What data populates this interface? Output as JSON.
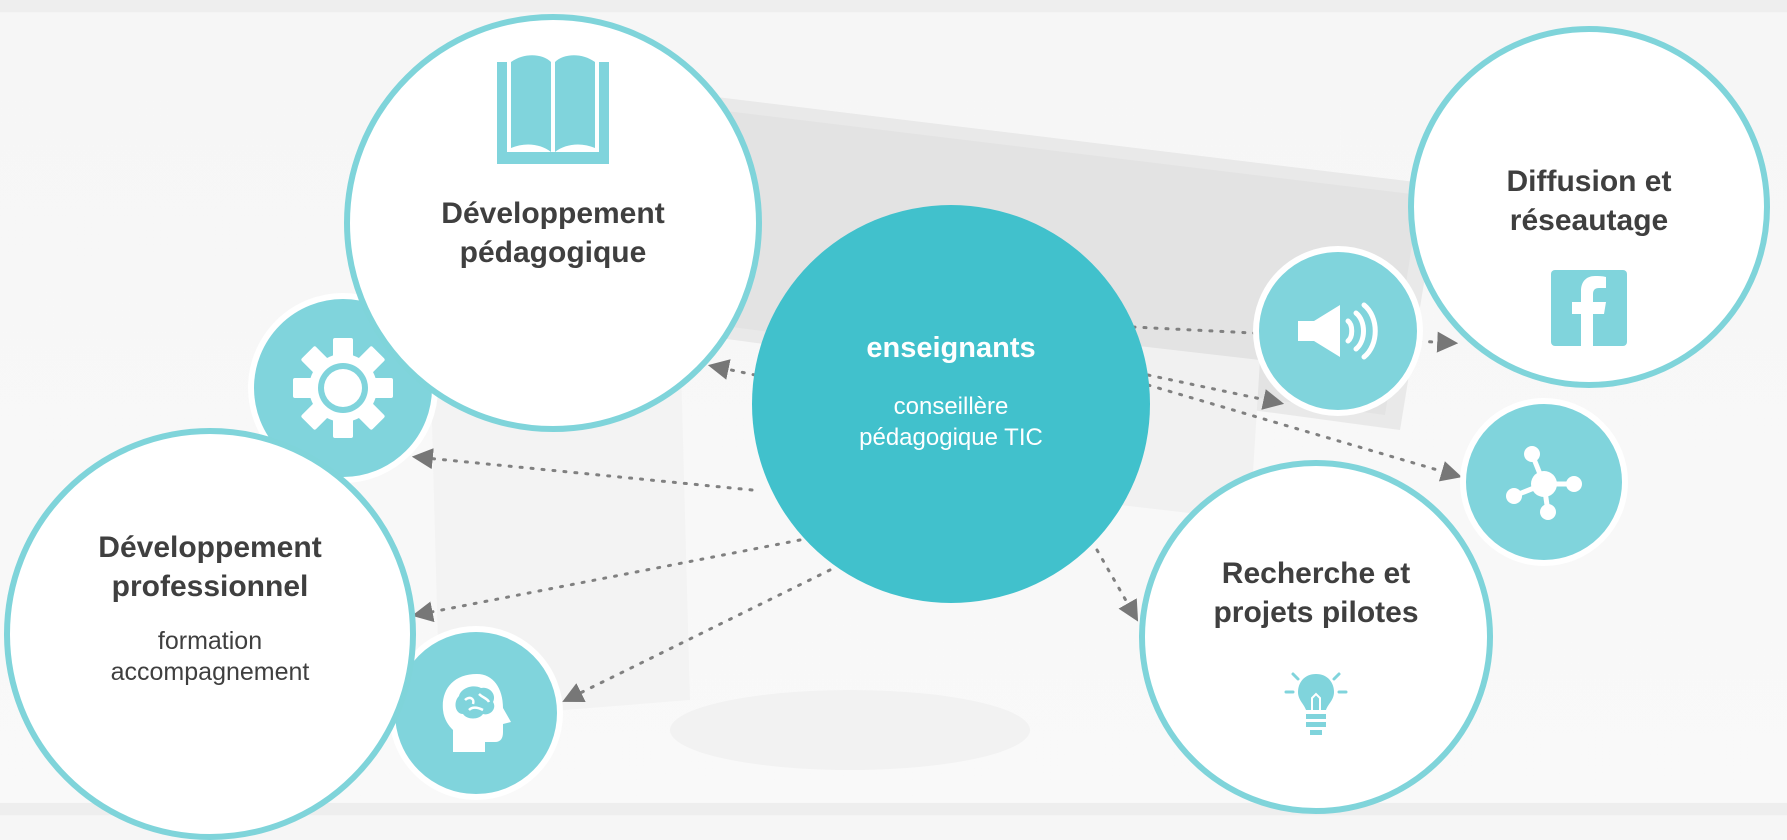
{
  "center": {
    "title": "enseignants",
    "subtitle_line1": "conseillère",
    "subtitle_line2": "pédagogique TIC"
  },
  "nodes": {
    "dev_pedagogique": {
      "line1": "Développement",
      "line2": "pédagogique",
      "icon": "book-icon"
    },
    "dev_professionnel": {
      "line1": "Développement",
      "line2": "professionnel",
      "sub1": "formation",
      "sub2": "accompagnement"
    },
    "diffusion": {
      "line1": "Diffusion et",
      "line2": "réseautage",
      "icon": "facebook-icon"
    },
    "recherche": {
      "line1": "Recherche et",
      "line2": "projets pilotes",
      "icon": "lightbulb-icon"
    }
  },
  "icon_bubbles": [
    "gear-icon",
    "brain-head-icon",
    "speaker-icon",
    "network-icon"
  ],
  "colors": {
    "center": "#41c1cc",
    "accent": "#80d4dc",
    "border": "#7fd4da",
    "text": "#3f3f3f",
    "arrow": "#777777"
  }
}
